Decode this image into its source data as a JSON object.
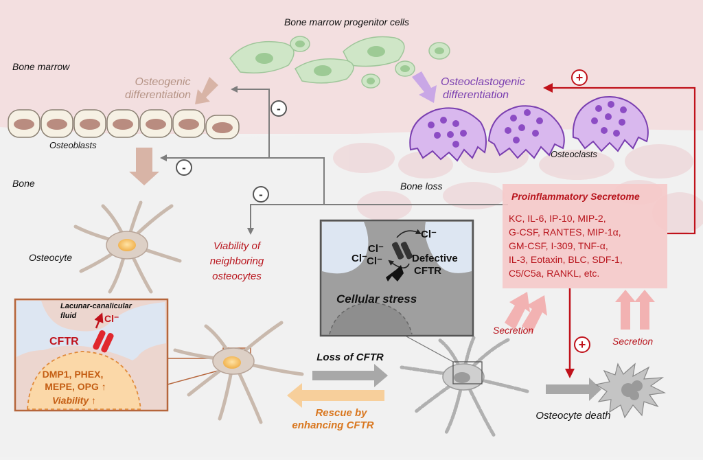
{
  "labels": {
    "progenitor": "Bone marrow progenitor cells",
    "bone_marrow": "Bone marrow",
    "bone": "Bone",
    "osteogenic_1": "Osteogenic",
    "osteogenic_2": "differentiation",
    "osteoclastogenic_1": "Osteoclastogenic",
    "osteoclastogenic_2": "differentiation",
    "osteoblasts": "Osteoblasts",
    "osteoclasts": "Osteoclasts",
    "bone_loss": "Bone loss",
    "osteocyte": "Osteocyte",
    "viability_1": "Viability of",
    "viability_2": "neighboring",
    "viability_3": "osteocytes",
    "cellular_stress": "Cellular stress",
    "defective_1": "Defective",
    "defective_2": "CFTR",
    "chloride": "Cl⁻",
    "lacunar_1": "Lacunar-canalicular",
    "lacunar_2": "fluid",
    "cftr": "CFTR",
    "markers_1": "DMP1, PHEX,",
    "markers_2": "MEPE, OPG ↑",
    "viability_up": "Viability ↑",
    "loss_cftr": "Loss of CFTR",
    "rescue_1": "Rescue by",
    "rescue_2": "enhancing CFTR",
    "secretion": "Secretion",
    "osteocyte_death": "Osteocyte death",
    "minus": "-",
    "plus": "+"
  },
  "secretome": {
    "title": "Proinflammatory Secretome",
    "lines": [
      "KC, IL-6, IP-10, MIP-2,",
      "G-CSF, RANTES, MIP-1α,",
      "GM-CSF, I-309, TNF-α,",
      "IL-3, Eotaxin, BLC, SDF-1,",
      "C5/C5a, RANKL, etc."
    ]
  },
  "colors": {
    "marrow_bg": "#f3dfe0",
    "bone_bg": "#f2f2f2",
    "red": "#c0121b",
    "orange": "#d9771f",
    "purple": "#7a3fb0",
    "gray_line": "#7d7d7d",
    "secretome_box": "#f5c9c9"
  }
}
